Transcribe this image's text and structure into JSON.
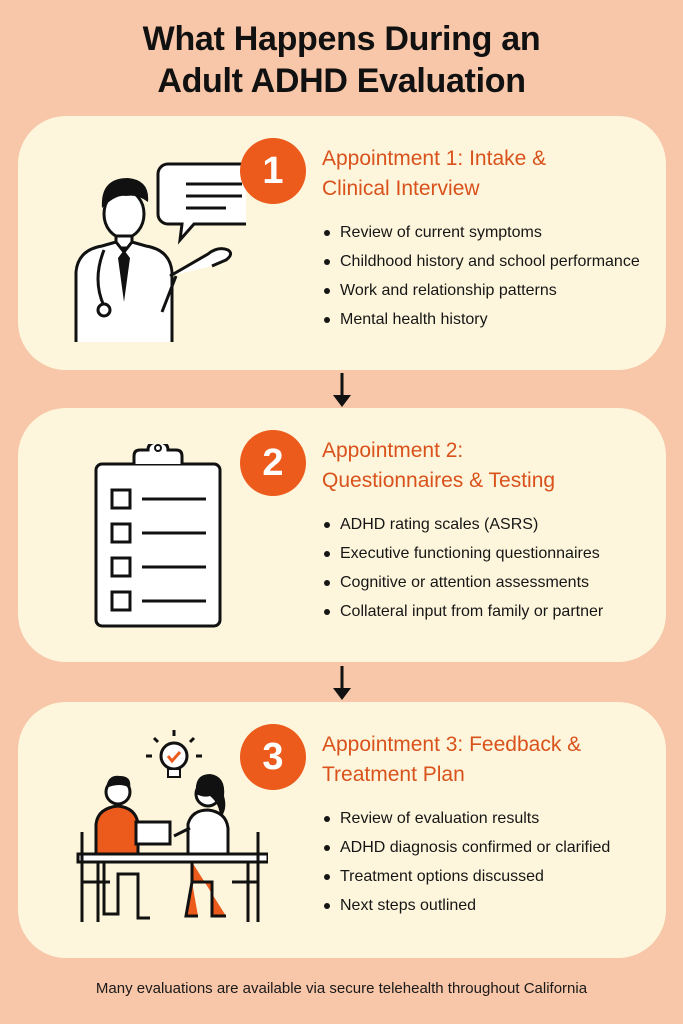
{
  "title_line1": "What Happens During an",
  "title_line2": "Adult ADHD Evaluation",
  "steps": [
    {
      "number": "1",
      "heading_line1": "Appointment 1: Intake &",
      "heading_line2": "Clinical Interview",
      "bullets": [
        "Review of current symptoms",
        "Childhood history and school performance",
        "Work and relationship patterns",
        "Mental health history"
      ],
      "icon": "doctor-speech-bubble-icon"
    },
    {
      "number": "2",
      "heading_line1": "Appointment 2:",
      "heading_line2": "Questionnaires & Testing",
      "bullets": [
        "ADHD rating scales (ASRS)",
        "Executive functioning questionnaires",
        "Cognitive or attention assessments",
        "Collateral input from family or partner"
      ],
      "icon": "clipboard-checklist-icon"
    },
    {
      "number": "3",
      "heading_line1": "Appointment 3: Feedback &",
      "heading_line2": "Treatment Plan",
      "bullets": [
        "Review of evaluation results",
        "ADHD diagnosis confirmed or clarified",
        "Treatment options discussed",
        "Next steps outlined"
      ],
      "icon": "two-people-meeting-lightbulb-icon"
    }
  ],
  "footer": "Many evaluations are available via secure telehealth throughout California",
  "colors": {
    "background": "#f8c6a8",
    "card": "#fdf6dc",
    "accent": "#ec5a1c",
    "heading": "#d9521c"
  }
}
